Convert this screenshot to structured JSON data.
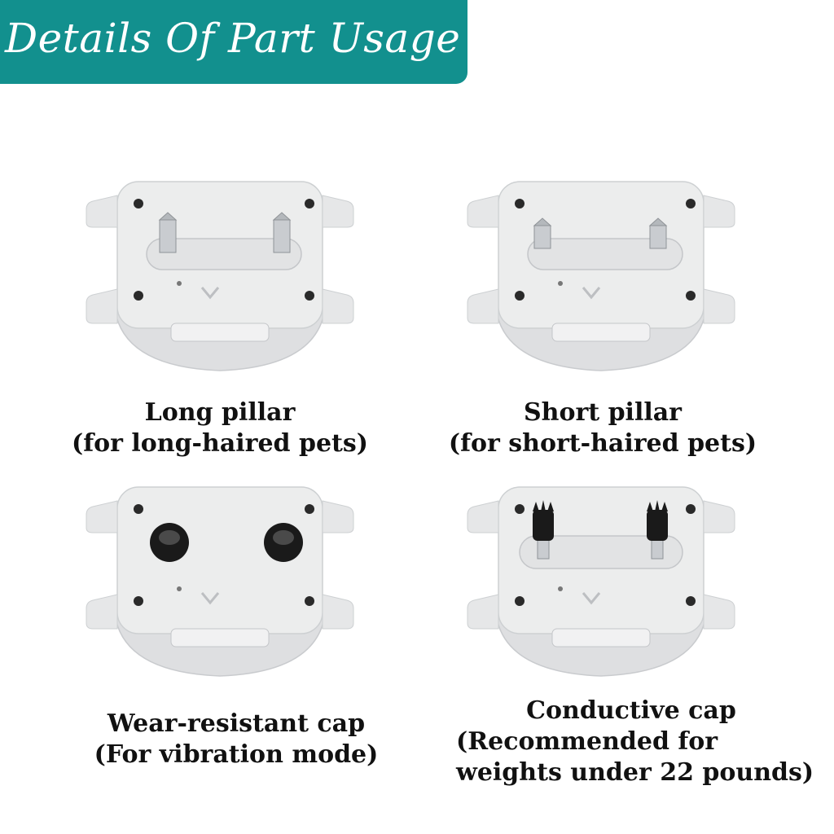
{
  "header": {
    "title": "Details Of Part Usage"
  },
  "parts": [
    {
      "id": "long-pillar",
      "line1": "Long pillar",
      "line2": "(for long-haired pets)",
      "attachment_icon": "long-pillar-icon"
    },
    {
      "id": "short-pillar",
      "line1": "Short pillar",
      "line2": "(for short-haired pets)",
      "attachment_icon": "short-pillar-icon"
    },
    {
      "id": "wear-cap",
      "line1": "Wear-resistant cap",
      "line2": "(For vibration mode)",
      "attachment_icon": "wear-resistant-cap-icon"
    },
    {
      "id": "conductive",
      "line1": "Conductive cap",
      "line2": "(Recommended for",
      "line3": "weights under 22 pounds)",
      "attachment_icon": "conductive-cap-icon"
    }
  ],
  "colors": {
    "banner": "#12908e",
    "device_body": "#e8e9ea",
    "cap_dark": "#1a1a1a"
  }
}
